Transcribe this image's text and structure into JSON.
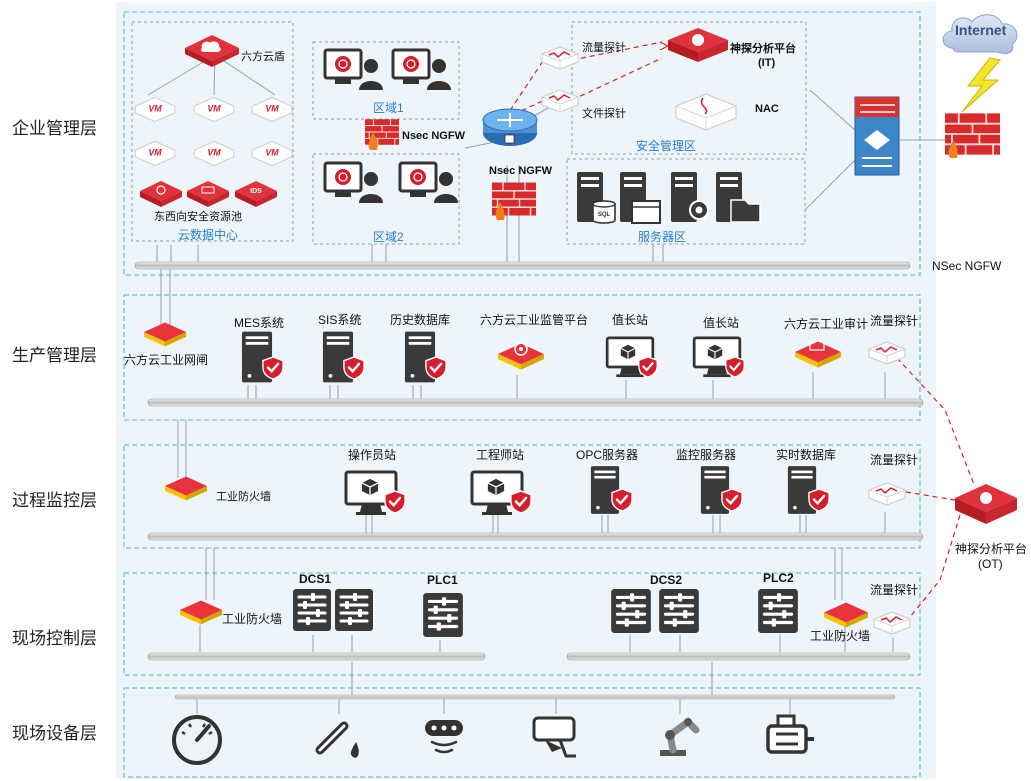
{
  "layers": [
    {
      "label": "企业管理层"
    },
    {
      "label": "生产管理层"
    },
    {
      "label": "过程监控层"
    },
    {
      "label": "现场控制层"
    },
    {
      "label": "现场设备层"
    }
  ],
  "enterprise": {
    "cloud_center": "云数据中心",
    "cloud_shield": "六方云盾",
    "vm_label": "VM",
    "ids_label": "IDS",
    "east_west_pool": "东西向安全资源池",
    "zone1": "区域1",
    "zone2": "区域2",
    "nsec_ngfw_mid": "Nsec NGFW",
    "nsec_ngfw_center": "Nsec NGFW",
    "traffic_probe": "流量探针",
    "file_probe": "文件探针",
    "analysis_it_line1": "神探分析平台",
    "analysis_it_line2": "(IT)",
    "nac": "NAC",
    "security_zone": "安全管理区",
    "server_zone": "服务器区",
    "sql_label": "SQL",
    "internet": "Internet",
    "edge_ngfw": "NSec NGFW"
  },
  "production": {
    "gateway": "六方云工业网闸",
    "mes": "MES系统",
    "sis": "SIS系统",
    "history_db": "历史数据库",
    "monitor_platform": "六方云工业监管平台",
    "duty1": "值长站",
    "duty2": "值长站",
    "audit": "六方云工业审计",
    "probe": "流量探针"
  },
  "process": {
    "firewall": "工业防火墙",
    "operator": "操作员站",
    "engineer": "工程师站",
    "opc": "OPC服务器",
    "monitor_server": "监控服务器",
    "realtime_db": "实时数据库",
    "probe": "流量探针"
  },
  "analysis_ot_line1": "神探分析平台",
  "analysis_ot_line2": "(OT)",
  "field_control": {
    "firewall_left": "工业防火墙",
    "dcs1": "DCS1",
    "plc1": "PLC1",
    "dcs2": "DCS2",
    "plc2": "PLC2",
    "probe": "流量探针",
    "firewall_right": "工业防火墙"
  },
  "field_devices": [
    "gauge-icon",
    "thermometer-icon",
    "sensor-icon",
    "camera-icon",
    "robot-arm-icon",
    "motor-icon"
  ],
  "colors": {
    "brand_red": "#d4202e",
    "accent_yellow": "#f5c400",
    "zone_blue": "#2a7fc8",
    "dark_gray": "#3a3a3a"
  }
}
